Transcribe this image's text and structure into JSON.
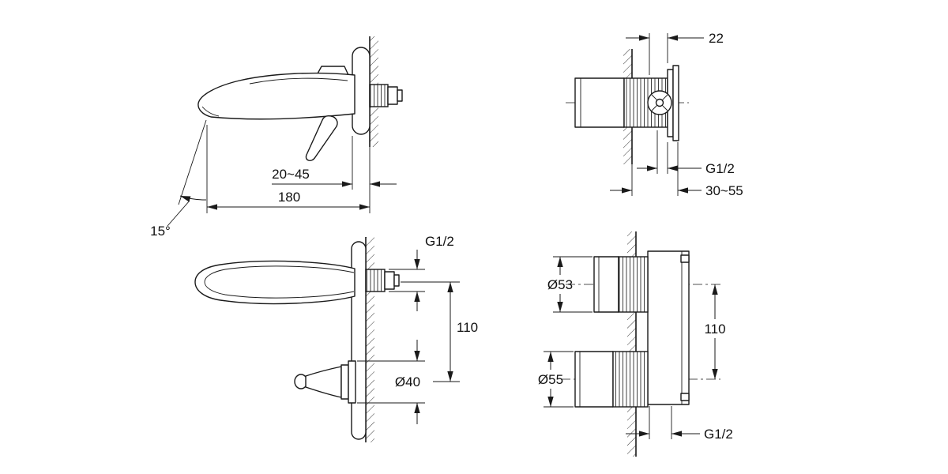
{
  "drawing": {
    "background": "#ffffff",
    "ink": "#1a1a1a",
    "views": {
      "spout_side": {
        "dims": {
          "wall_adjust": "20~45",
          "reach": "180",
          "stream_angle": "15°"
        }
      },
      "valve_side": {
        "dims": {
          "trim_depth": "22",
          "thread": "G1/2",
          "install_depth": "30~55"
        }
      },
      "spout_plan": {
        "dims": {
          "thread": "G1/2",
          "center_spacing": "110",
          "handle_dia": "Ø40"
        }
      },
      "valve_front": {
        "dims": {
          "top_dia": "Ø53",
          "bottom_dia": "Ø55",
          "center_spacing": "110",
          "thread": "G1/2"
        }
      }
    }
  }
}
